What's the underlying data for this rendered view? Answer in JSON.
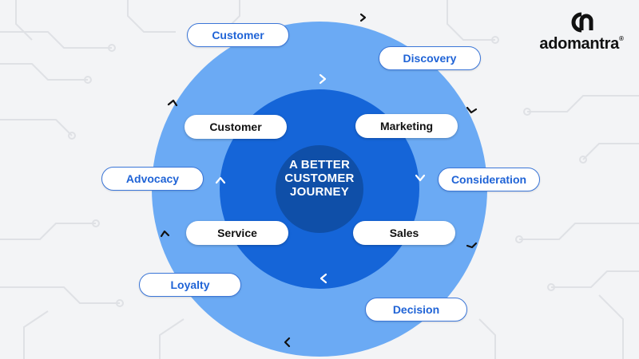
{
  "center": {
    "line1": "A BETTER",
    "line2": "CUSTOMER",
    "line3": "JOURNEY"
  },
  "outer_stages": [
    {
      "label": "Customer"
    },
    {
      "label": "Discovery"
    },
    {
      "label": "Consideration"
    },
    {
      "label": "Decision"
    },
    {
      "label": "Loyalty"
    },
    {
      "label": "Advocacy"
    }
  ],
  "inner_stages": [
    {
      "label": "Customer"
    },
    {
      "label": "Marketing"
    },
    {
      "label": "Sales"
    },
    {
      "label": "Service"
    }
  ],
  "logo": {
    "text": "adomantra",
    "mark": "®"
  },
  "colors": {
    "outer_ring": "#6baaf4",
    "middle_ring": "#1565d8",
    "center": "#0f4fa8",
    "pill_text_outer": "#1f63d6",
    "pill_text_inner": "#111111"
  }
}
